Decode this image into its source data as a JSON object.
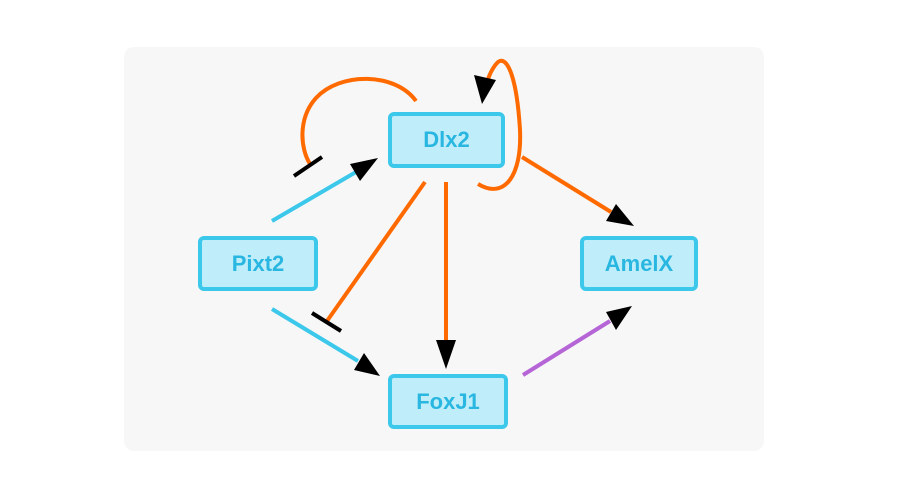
{
  "nodes": {
    "dlx2": {
      "label": "Dlx2"
    },
    "pixt2": {
      "label": "Pixt2"
    },
    "amelx": {
      "label": "AmelX"
    },
    "foxj1": {
      "label": "FoxJ1"
    }
  },
  "edges": [
    {
      "from": "Pixt2",
      "to": "Dlx2",
      "type": "activation",
      "color": "#3cc8ea"
    },
    {
      "from": "Pixt2",
      "to": "FoxJ1",
      "type": "activation",
      "color": "#3cc8ea"
    },
    {
      "from": "Dlx2",
      "to": "Pixt2",
      "type": "inhibition",
      "color": "#ff6a00"
    },
    {
      "from": "Dlx2",
      "to": "FoxJ1",
      "type": "inhibition",
      "color": "#ff6a00"
    },
    {
      "from": "Dlx2",
      "to": "FoxJ1",
      "type": "activation",
      "color": "#ff6a00"
    },
    {
      "from": "Dlx2",
      "to": "AmelX",
      "type": "activation",
      "color": "#ff6a00"
    },
    {
      "from": "Dlx2",
      "to": "Dlx2",
      "type": "activation",
      "color": "#ff6a00"
    },
    {
      "from": "FoxJ1",
      "to": "AmelX",
      "type": "activation",
      "color": "#b565d6"
    }
  ],
  "colors": {
    "node_fill": "#bfeefa",
    "node_border": "#3cc8ea",
    "node_text": "#29b6e0",
    "panel": "#f7f7f7"
  }
}
